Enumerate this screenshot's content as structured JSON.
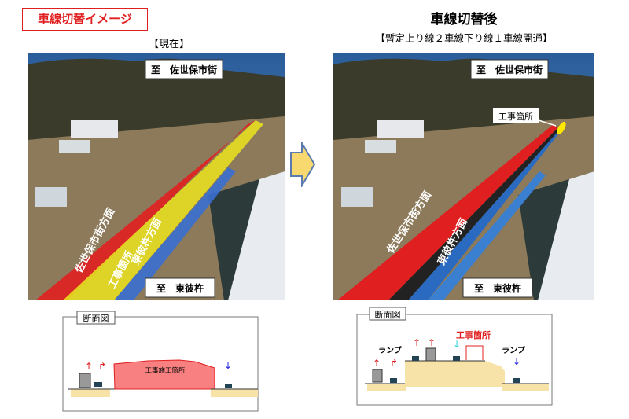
{
  "tag": "車線切替イメージ",
  "before": {
    "title": "【現在】",
    "label_top": "至　佐世保市街",
    "label_bottom": "至　東彼杵",
    "road_red": "佐世保市街方面",
    "road_yellow": "工事箇所",
    "road_blue": "東彼杵方面",
    "section": {
      "title": "断面図",
      "work": "工事施工箇所"
    }
  },
  "after": {
    "title": "車線切替後",
    "subtitle": "【暫定上り線２車線下り線１車線開通】",
    "label_top": "至　佐世保市街",
    "label_work": "工事箇所",
    "label_bottom": "至　東彼杵",
    "road_red": "佐世保市街方面",
    "road_blue": "東彼杵方面",
    "section": {
      "title": "断面図",
      "work": "工事箇所",
      "ramp_left": "ランプ",
      "ramp_right": "ランプ"
    }
  },
  "colors": {
    "red": "#e02020",
    "yellow": "#e8e020",
    "blue": "#3a6fd0",
    "arrow": "#f7d970"
  }
}
